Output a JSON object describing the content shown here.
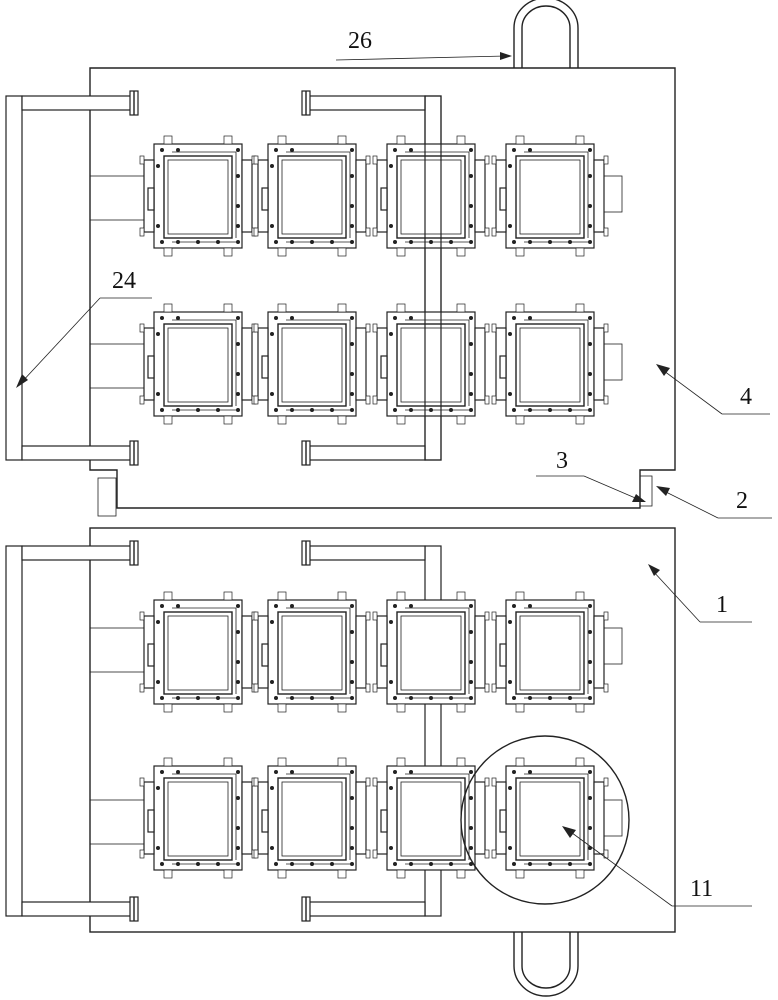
{
  "labels": {
    "l26": "26",
    "l24": "24",
    "l4": "4",
    "l3": "3",
    "l2": "2",
    "l1": "1",
    "l11": "11"
  }
}
